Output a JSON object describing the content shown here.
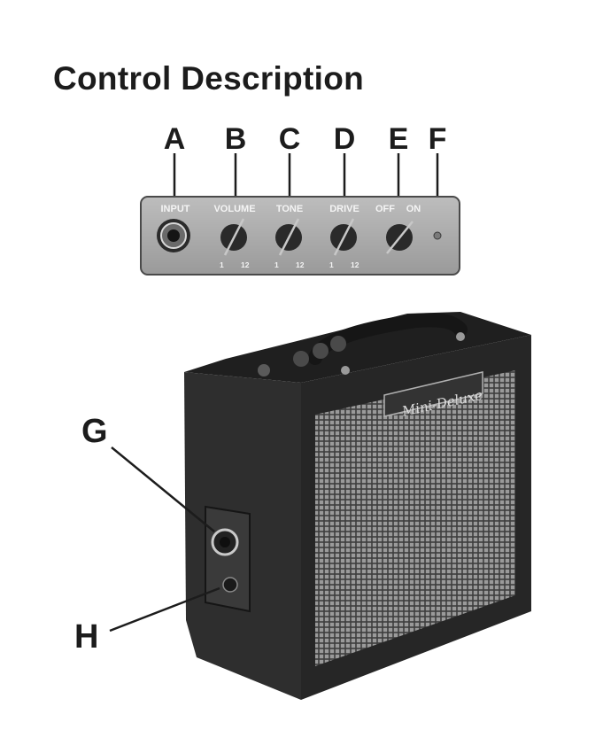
{
  "heading": "Control Description",
  "callouts": [
    "A",
    "B",
    "C",
    "D",
    "E",
    "F",
    "G",
    "H"
  ],
  "panel": {
    "input_label": "INPUT",
    "volume_label": "VOLUME",
    "tone_label": "TONE",
    "drive_label": "DRIVE",
    "off_label": "OFF",
    "on_label": "ON",
    "scale_min": "1",
    "scale_max": "12"
  },
  "amp": {
    "badge_text": "Mini-Deluxe"
  },
  "colors": {
    "panel_fill": "#a9a9a9",
    "knob": "#2a2a2a",
    "cabinet": "#2b2b2b",
    "grille": "#8e8e8e"
  }
}
